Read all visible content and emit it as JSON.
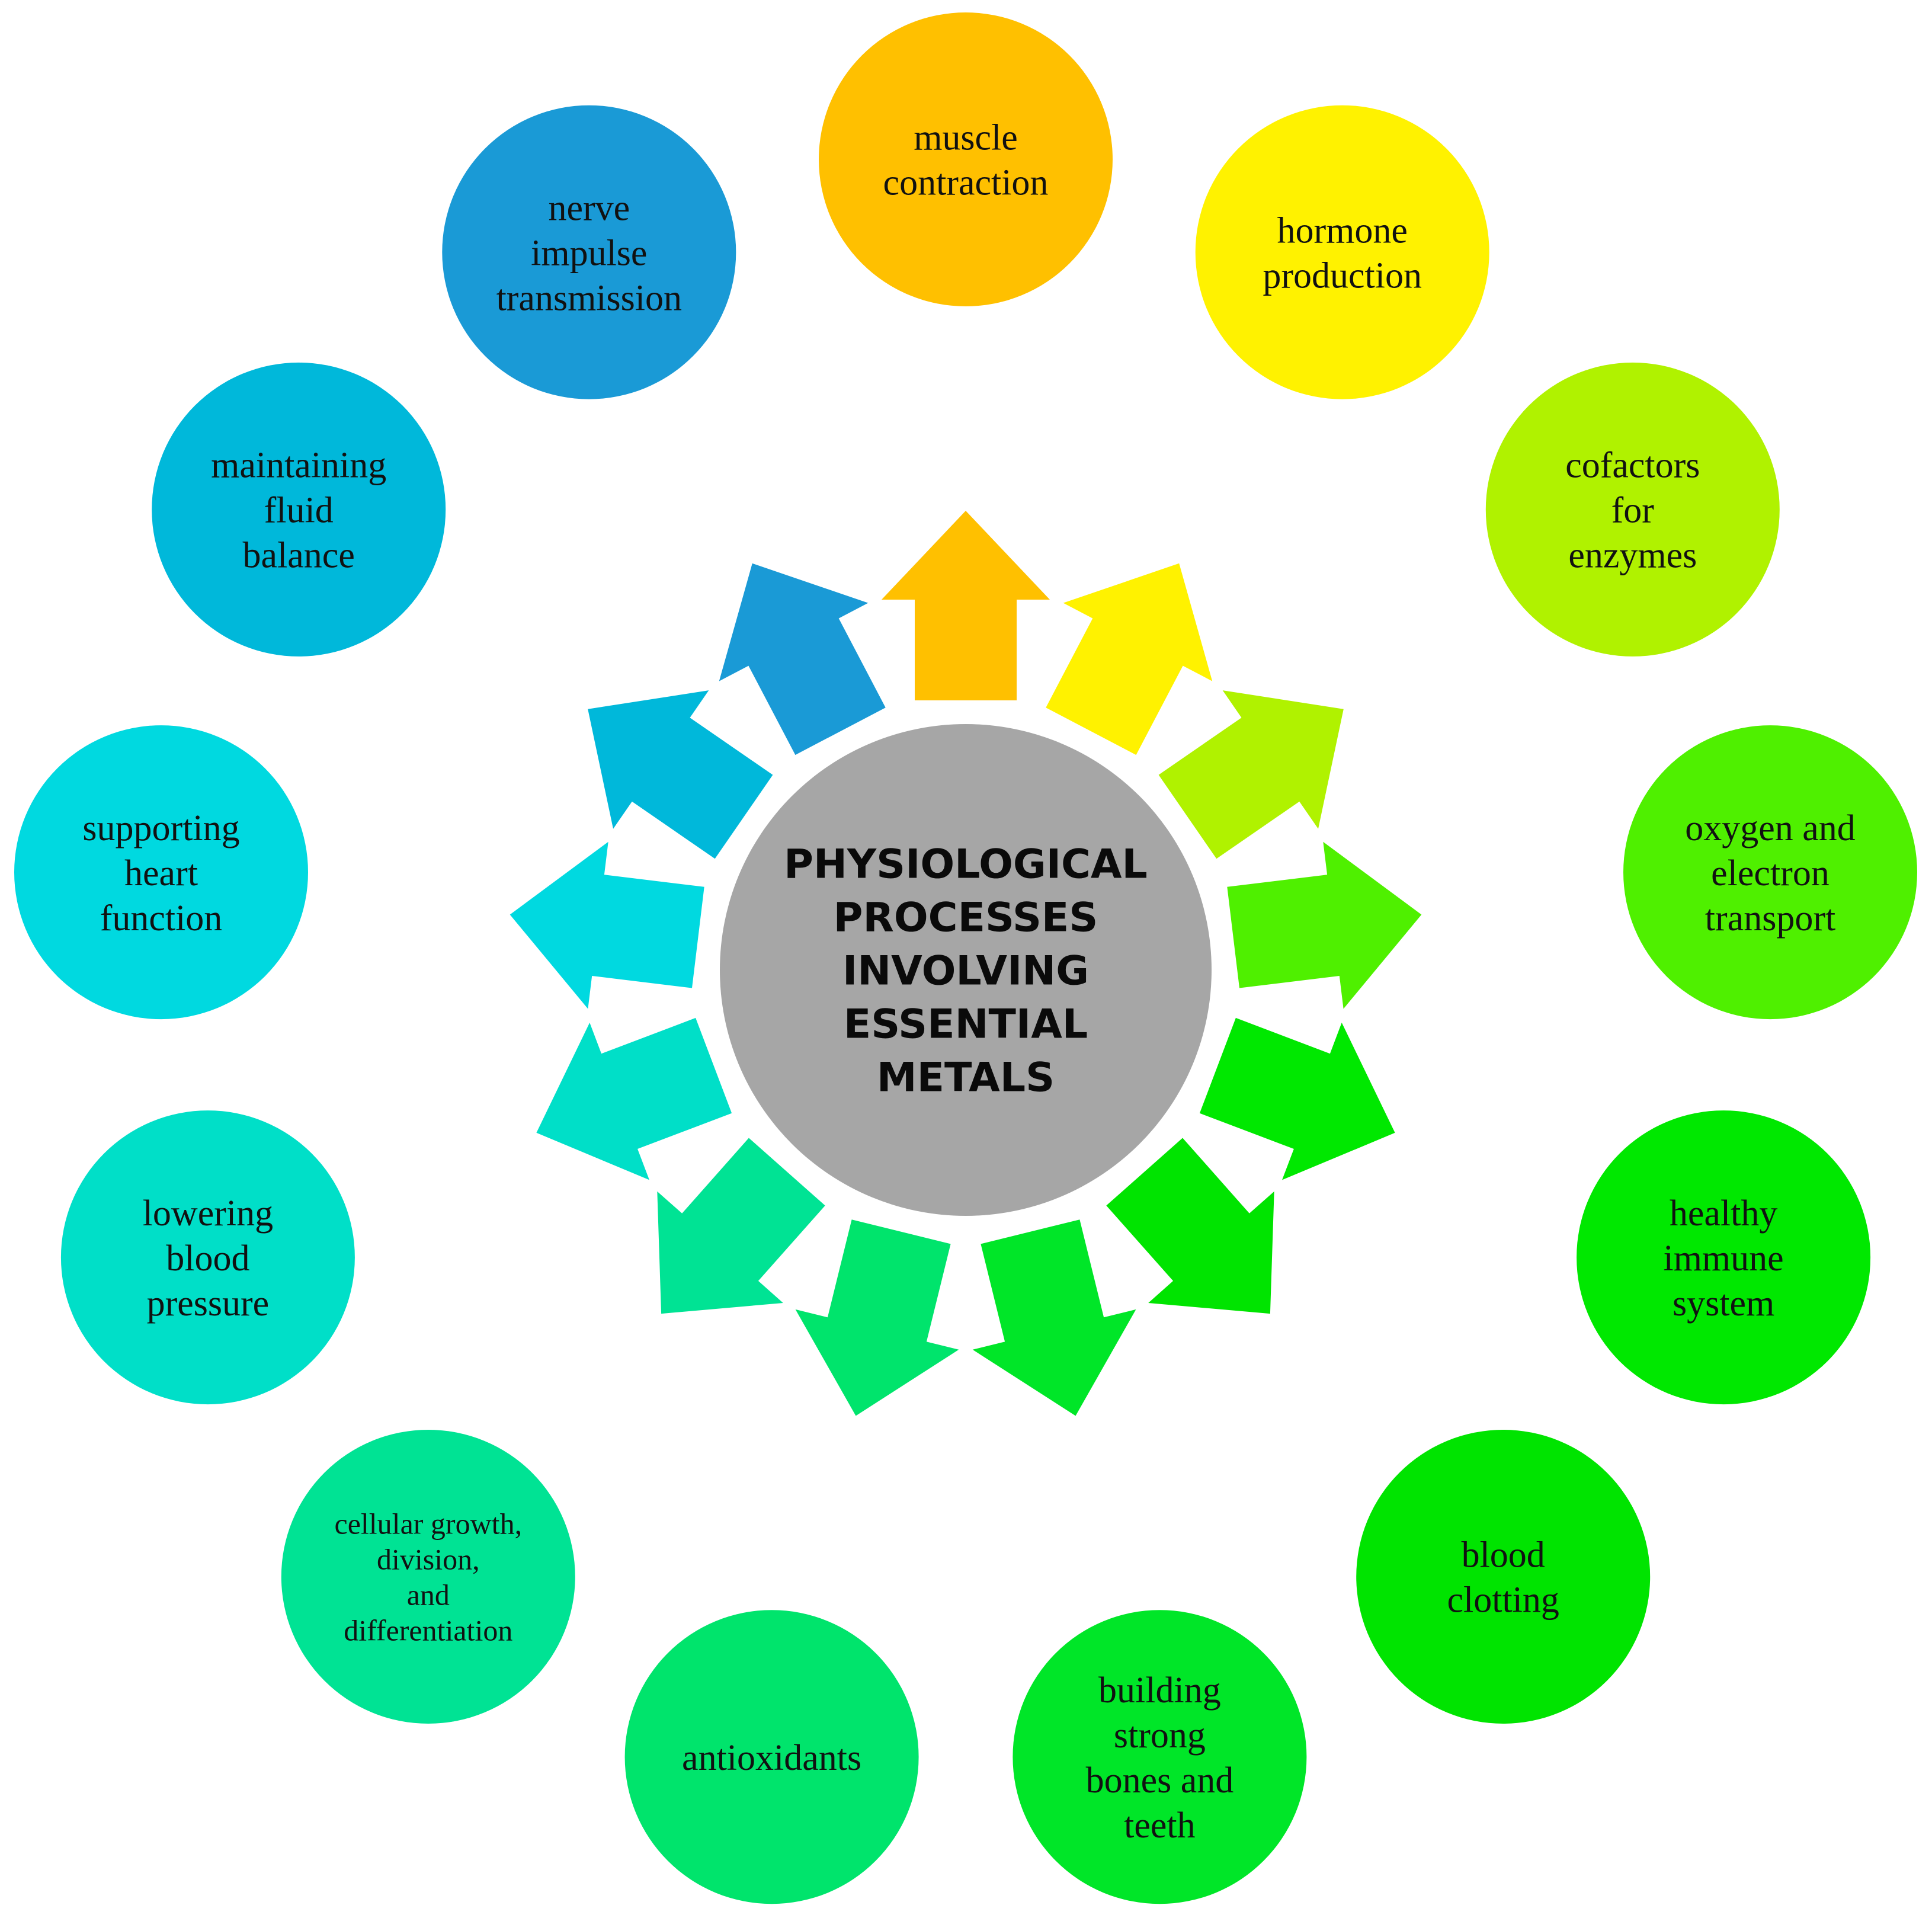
{
  "center": {
    "lines": [
      "PHYSIOLOGICAL",
      "PROCESSES",
      "INVOLVING",
      "ESSENTIAL",
      "METALS"
    ],
    "color": "#a6a6a6"
  },
  "processes": [
    {
      "id": "muscle-contraction",
      "lines": [
        "muscle",
        "contraction"
      ],
      "color": "#ffc000"
    },
    {
      "id": "hormone-production",
      "lines": [
        "hormone",
        "production"
      ],
      "color": "#fff200"
    },
    {
      "id": "cofactors-for-enzymes",
      "lines": [
        "cofactors",
        "for",
        "enzymes"
      ],
      "color": "#b0f200"
    },
    {
      "id": "oxygen-and-electron-transport",
      "lines": [
        "oxygen and",
        "electron",
        "transport"
      ],
      "color": "#4ff000"
    },
    {
      "id": "healthy-immune-system",
      "lines": [
        "healthy",
        "immune",
        "system"
      ],
      "color": "#00e800"
    },
    {
      "id": "blood-clotting",
      "lines": [
        "blood",
        "clotting"
      ],
      "color": "#00e400"
    },
    {
      "id": "building-strong-bones-and-teeth",
      "lines": [
        "building",
        "strong",
        "bones and",
        "teeth"
      ],
      "color": "#00e628"
    },
    {
      "id": "antioxidants",
      "lines": [
        "antioxidants"
      ],
      "color": "#00e46c"
    },
    {
      "id": "cellular-growth-division-differentiation",
      "lines": [
        "cellular growth,",
        "division,",
        "and",
        "differentiation"
      ],
      "color": "#00e394"
    },
    {
      "id": "lowering-blood-pressure",
      "lines": [
        "lowering",
        "blood",
        "pressure"
      ],
      "color": "#00dfc8"
    },
    {
      "id": "supporting-heart-function",
      "lines": [
        "supporting",
        "heart",
        "function"
      ],
      "color": "#00d9e0"
    },
    {
      "id": "maintaining-fluid-balance",
      "lines": [
        "maintaining",
        "fluid",
        "balance"
      ],
      "color": "#00b8da"
    },
    {
      "id": "nerve-impulse-transmission",
      "lines": [
        "nerve",
        "impulse",
        "transmission"
      ],
      "color": "#1a9ad6"
    }
  ]
}
